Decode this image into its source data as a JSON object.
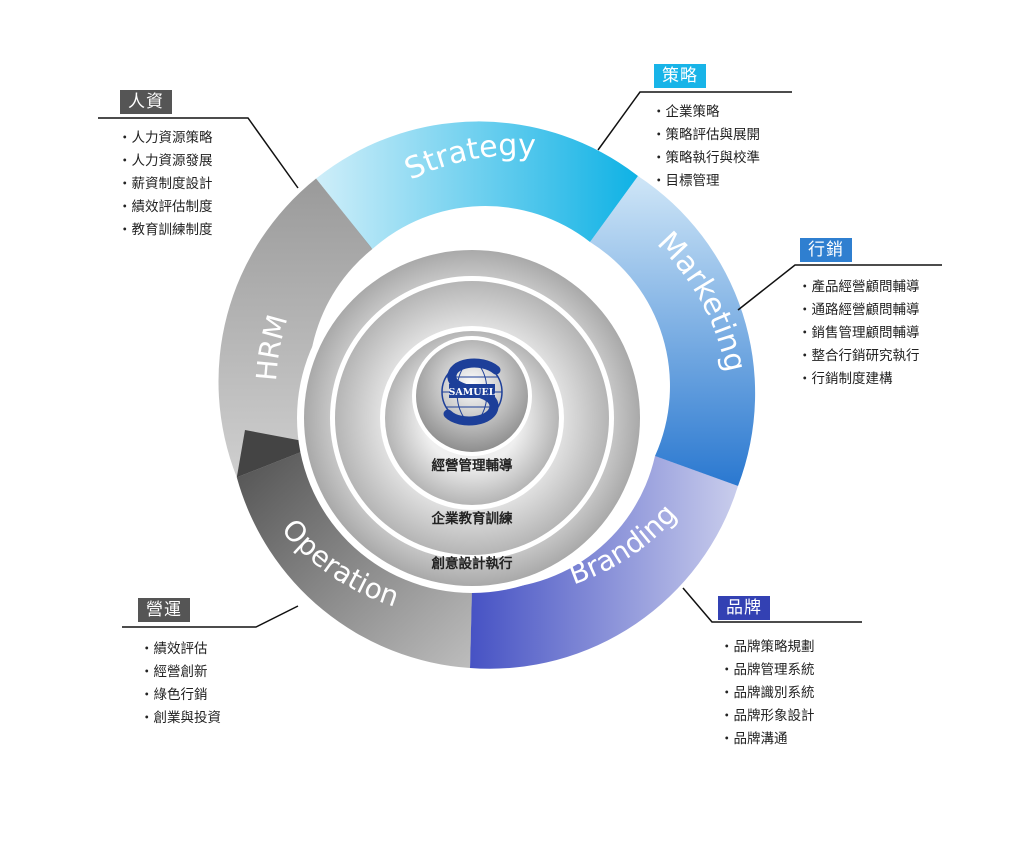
{
  "colors": {
    "strategy": "#1fb8e6",
    "marketing": "#3a8edb",
    "branding": "#5561c9",
    "operation": "#5e5e5e",
    "hrm": "#9a9a9a",
    "tag_gray": "#555555",
    "tag_cyan": "#18b4e8",
    "tag_blue": "#2f7fd0",
    "tag_indigo": "#3341b3",
    "logo_blue": "#1d3f99"
  },
  "cycle": {
    "strategy": "Strategy",
    "marketing": "Marketing",
    "branding": "Branding",
    "operation": "Operation",
    "hrm": "HRM"
  },
  "center": {
    "logo_text": "SAMUEL",
    "ring_inner": "經營管理輔導",
    "ring_middle": "企業教育訓練",
    "ring_outer": "創意設計執行"
  },
  "panels": {
    "hrm": {
      "title": "人資",
      "items": [
        "人力資源策略",
        "人力資源發展",
        "薪資制度設計",
        "績效評估制度",
        "教育訓練制度"
      ]
    },
    "strategy": {
      "title": "策略",
      "items": [
        "企業策略",
        "策略評估與展開",
        "策略執行與校準",
        "目標管理"
      ]
    },
    "marketing": {
      "title": "行銷",
      "items": [
        "產品經營顧問輔導",
        "通路經營顧問輔導",
        "銷售管理顧問輔導",
        "整合行銷研究執行",
        "行銷制度建構"
      ]
    },
    "operation": {
      "title": "營運",
      "items": [
        "績效評估",
        "經營創新",
        "綠色行銷",
        "創業與投資"
      ]
    },
    "branding": {
      "title": "品牌",
      "items": [
        "品牌策略規劃",
        "品牌管理系統",
        "品牌識別系統",
        "品牌形象設計",
        "品牌溝通"
      ]
    }
  }
}
